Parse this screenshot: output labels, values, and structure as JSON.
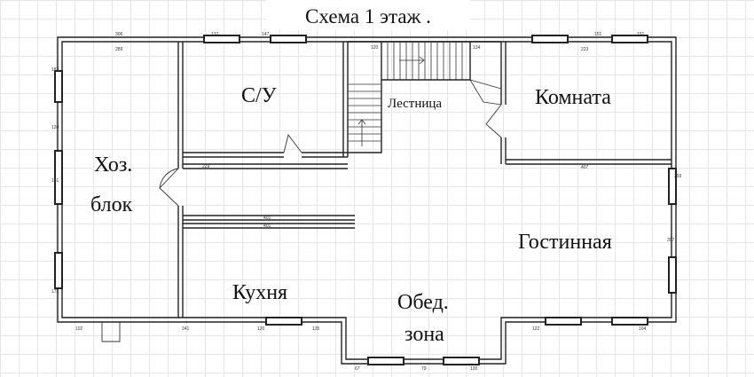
{
  "title": "Схема 1 этаж .",
  "rooms": {
    "storage_line1": "Хоз.",
    "storage_line2": "блок",
    "bathroom": "С/У",
    "stairs": "Лестница",
    "room": "Комната",
    "living": "Гостинная",
    "kitchen": "Кухня",
    "dining_line1": "Обед.",
    "dining_line2": "зона"
  },
  "dimensions": {
    "top_left": "306",
    "top_mid1": "137",
    "top_mid2": "147",
    "top_mid3": "151",
    "top_right": "151",
    "storage_width": "289",
    "bath_width": "",
    "stairs_w1": "120",
    "stairs_w2": "134",
    "room_width": "223",
    "living_width": "407",
    "corridor_top": "229",
    "corridor_mid": "401",
    "kitchen_top": "401",
    "left_side1": "183",
    "left_side2": "120",
    "left_side3": "131",
    "left_side4": "173",
    "bottom_left": "102",
    "bottom_mid": "241",
    "bottom_k1": "120",
    "bottom_k2": "135",
    "bay_bottom1": "67",
    "bay_bottom2": "79",
    "bay_bottom3": "120",
    "right_side1": "393",
    "right_side2": "397",
    "bottom_r1": "122",
    "bottom_r2": "104"
  }
}
